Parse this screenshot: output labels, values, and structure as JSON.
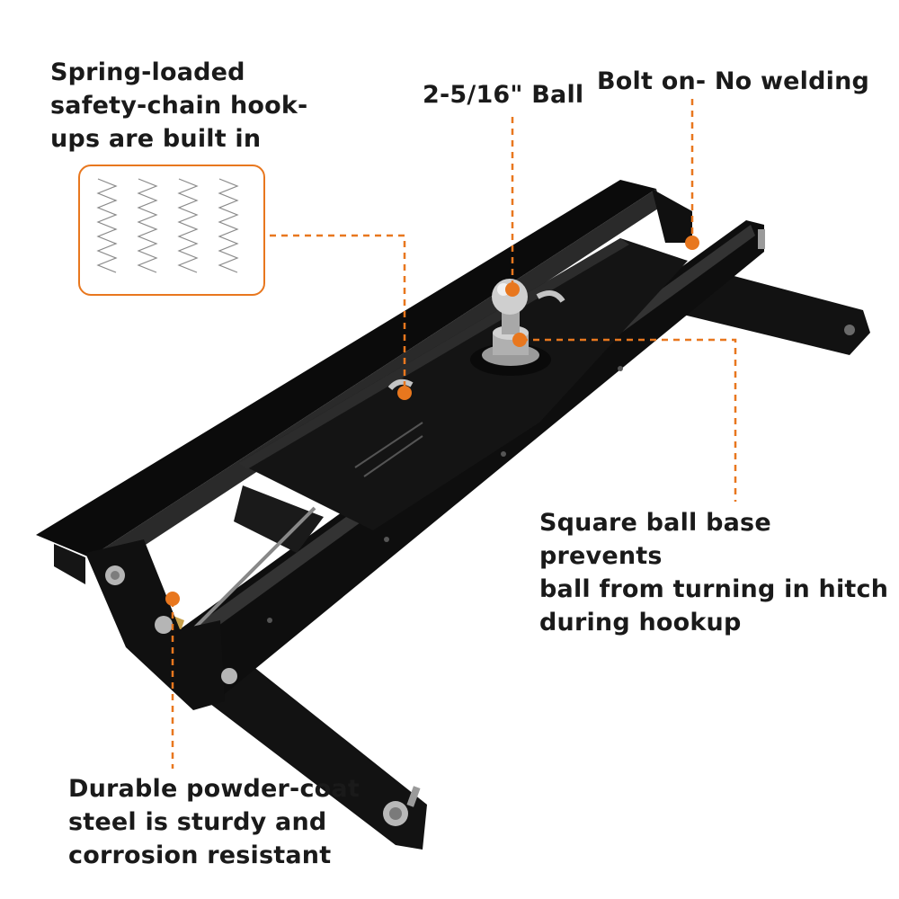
{
  "accent_color": "#e8771e",
  "product_color": "#111111",
  "callouts": {
    "spring_hooks": "Spring-loaded\nsafety-chain hook-\nups are built in",
    "ball_size": "2-5/16\" Ball",
    "bolt_on": "Bolt on- No welding",
    "square_base": "Square ball base prevents\nball from turning in hitch\nduring hookup",
    "powder_coat": "Durable powder-coat\nsteel is sturdy and\ncorrosion resistant"
  },
  "icons": {
    "springs": "spring-coil-icon",
    "marker": "orange-dot-marker"
  }
}
